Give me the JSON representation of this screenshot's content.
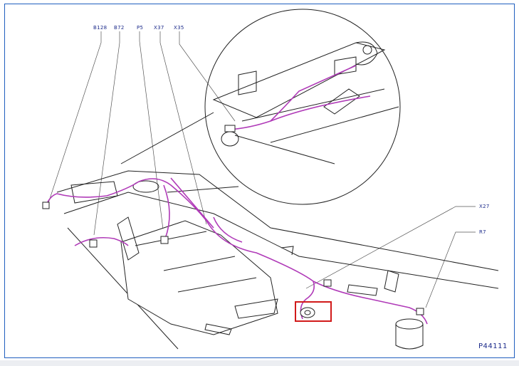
{
  "labels": {
    "b128": "B128",
    "b72": "B72",
    "p5": "P5",
    "x37": "X37",
    "x35": "X35",
    "x27": "X27",
    "r7": "R7"
  },
  "figure_id": "P44111",
  "colors": {
    "harness": "#b03ab8",
    "highlight": "#d11a1a",
    "label_text": "#1b2a8a",
    "frame": "#1f5fbf"
  }
}
